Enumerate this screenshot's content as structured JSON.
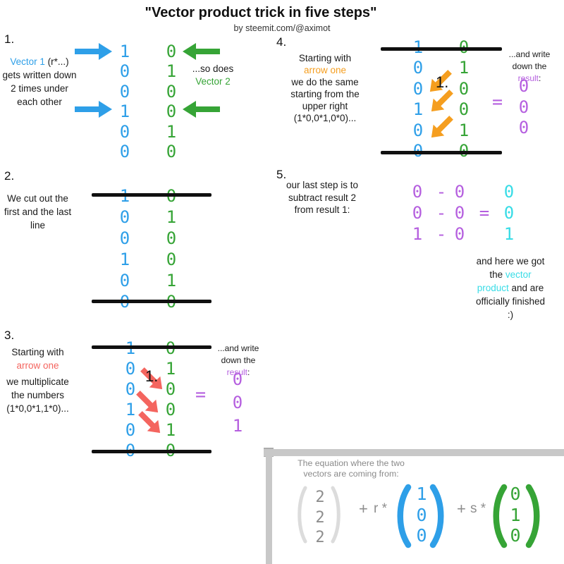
{
  "title": "\"Vector product trick in five steps\"",
  "byline": "by steemit.com/@aximot",
  "colors": {
    "blue": "#2E9FE8",
    "green": "#36A436",
    "red": "#F4655F",
    "orange": "#F59E1F",
    "purple": "#B55FDF",
    "cyan": "#38DCE6",
    "text": "#1A1A1A",
    "gray_text": "#8A8A8A",
    "gray_number": "#8E8E8E",
    "paren_gray": "#DCDCDC",
    "bar_gray": "#C8C8C8",
    "bar_dark": "#ACACAC",
    "line_black": "#101010"
  },
  "step1": {
    "label": "1.",
    "cap_vector1": "Vector 1",
    "cap_rest": " (r*...)",
    "cap_l2": "gets written down",
    "cap_l3": "2 times under",
    "cap_l4": "each other",
    "note_l1": "...so does",
    "note_l2": "Vector 2",
    "v1": [
      "1",
      "0",
      "0",
      "1",
      "0",
      "0"
    ],
    "v2": [
      "0",
      "1",
      "0",
      "0",
      "1",
      "0"
    ]
  },
  "step2": {
    "label": "2.",
    "cap_l1": "We cut out the",
    "cap_l2": "first and the last",
    "cap_l3": "line",
    "v1": [
      "1",
      "0",
      "0",
      "1",
      "0",
      "0"
    ],
    "v2": [
      "0",
      "1",
      "0",
      "0",
      "1",
      "0"
    ]
  },
  "step3": {
    "label": "3.",
    "cap_l1": "Starting with",
    "cap_highlight": "arrow one",
    "cap_l3": "we multiplicate",
    "cap_l4": "the numbers",
    "cap_l5": "(1*0,0*1,1*0)...",
    "arrow_label": "1.",
    "equals": "=",
    "note_l1": "...and write",
    "note_l2": "down the",
    "note_result": "result",
    "note_colon": ":",
    "result": [
      "0",
      "0",
      "1"
    ],
    "v1": [
      "1",
      "0",
      "0",
      "1",
      "0",
      "0"
    ],
    "v2": [
      "0",
      "1",
      "0",
      "0",
      "1",
      "0"
    ]
  },
  "step4": {
    "label": "4.",
    "cap_l1": "Starting with",
    "cap_highlight": "arrow one",
    "cap_l3": "we do the same",
    "cap_l4": "starting from the",
    "cap_l5": "upper right",
    "cap_l6": "(1*0,0*1,0*0)...",
    "arrow_label": "1.",
    "equals": "=",
    "note_l1": "...and write",
    "note_l2": "down the",
    "note_result": "result",
    "note_colon": ":",
    "result": [
      "0",
      "0",
      "0"
    ],
    "v1": [
      "1",
      "0",
      "0",
      "1",
      "0",
      "0"
    ],
    "v2": [
      "0",
      "1",
      "0",
      "0",
      "1",
      "0"
    ]
  },
  "step5": {
    "label": "5.",
    "cap_l1": "our last step is to",
    "cap_l2": "subtract result 2",
    "cap_l3": "from result 1:",
    "minuend": [
      "0",
      "0",
      "1"
    ],
    "minus": "-",
    "subtrahend": [
      "0",
      "0",
      "0"
    ],
    "equals": "=",
    "result": [
      "0",
      "0",
      "1"
    ],
    "outro_l1": "and here we got",
    "outro_l2a": "the ",
    "outro_l2b": "vector",
    "outro_l3a": "product",
    "outro_l3b": " and are",
    "outro_l4": "officially finished",
    "outro_l5": ":)"
  },
  "equation": {
    "cap_l1": "The equation where the two",
    "cap_l2": "vectors are coming from:",
    "base": [
      "2",
      "2",
      "2"
    ],
    "op1": "+",
    "coef1": "r *",
    "vec1": [
      "1",
      "0",
      "0"
    ],
    "op2": "+",
    "coef2": "s *",
    "vec2": [
      "0",
      "1",
      "0"
    ]
  }
}
